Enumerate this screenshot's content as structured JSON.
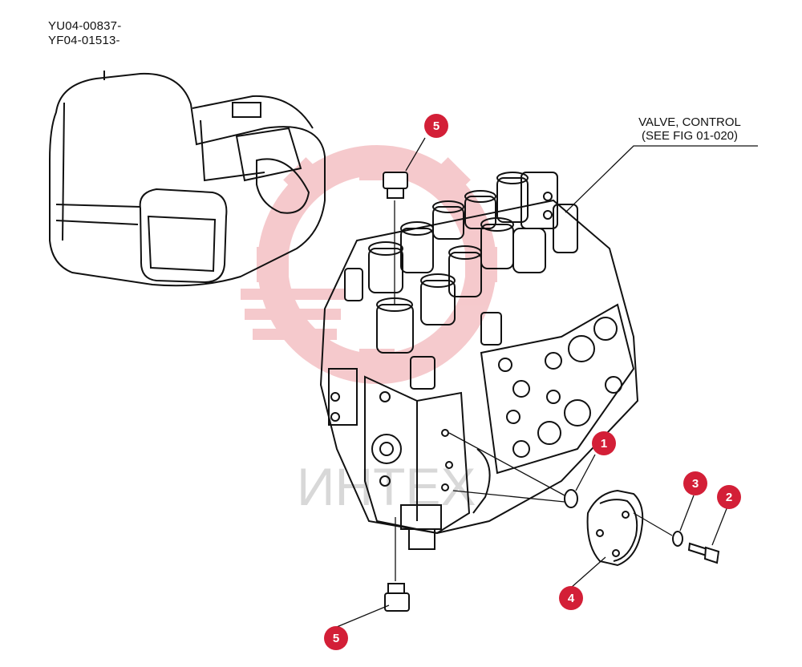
{
  "header": {
    "serials": [
      "YU04-00837-",
      "YF04-01513-"
    ]
  },
  "labels": {
    "valve_line1": "VALVE, CONTROL",
    "valve_line2": "(SEE FIG 01-020)"
  },
  "watermark": {
    "text": "ИНТЕХ"
  },
  "callouts": [
    {
      "id": "5",
      "part": "plug-top"
    },
    {
      "id": "1",
      "part": "o-ring"
    },
    {
      "id": "3",
      "part": "washer"
    },
    {
      "id": "2",
      "part": "bolt"
    },
    {
      "id": "4",
      "part": "cover-plate"
    },
    {
      "id": "5",
      "part": "plug-bottom"
    }
  ],
  "colors": {
    "badge": "#d31f37",
    "watermark": "#f2b8bc",
    "line": "#111111"
  },
  "icons": {
    "machine": "excavator-cab-icon",
    "valve": "control-valve-icon",
    "watermark_logo": "gear-logo-icon"
  }
}
